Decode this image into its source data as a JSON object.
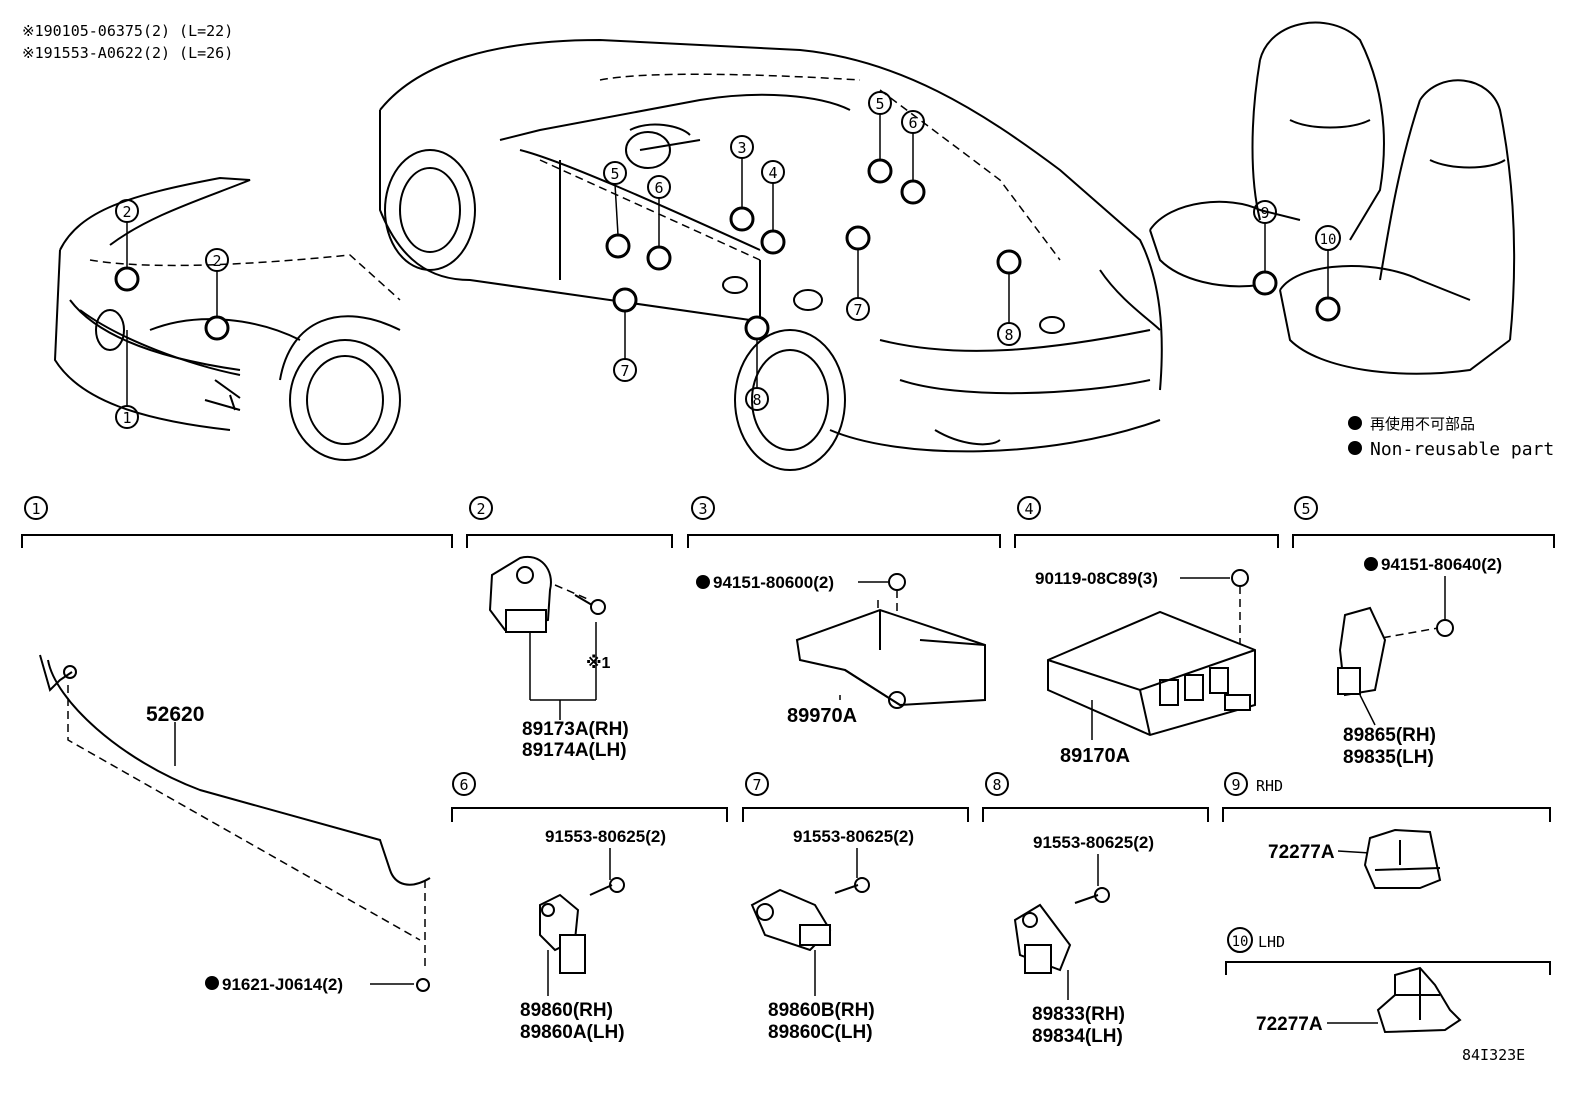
{
  "notes": {
    "line1": "※190105-06375(2) (L=22)",
    "line2": "※191553-A0622(2) (L=26)"
  },
  "legend": {
    "ja": "再使用不可部品",
    "en": "Non-reusable part"
  },
  "callouts": [
    "1",
    "2",
    "3",
    "4",
    "5",
    "6",
    "7",
    "8",
    "9",
    "10"
  ],
  "sections": [
    {
      "num": "1"
    },
    {
      "num": "2"
    },
    {
      "num": "3"
    },
    {
      "num": "4"
    },
    {
      "num": "5"
    },
    {
      "num": "6"
    },
    {
      "num": "7"
    },
    {
      "num": "8"
    },
    {
      "num": "9",
      "note": "RHD"
    },
    {
      "num": "10",
      "note": "LHD"
    }
  ],
  "parts": {
    "s1_main": "52620",
    "s1_bolt": "91621-J0614(2)",
    "s2_a": "89173A(RH)",
    "s2_b": "89174A(LH)",
    "s2_ref": "※1",
    "s3_bolt": "94151-80600(2)",
    "s3_main": "89970A",
    "s4_bolt": "90119-08C89(3)",
    "s4_main": "89170A",
    "s5_bolt": "94151-80640(2)",
    "s5_a": "89865(RH)",
    "s5_b": "89835(LH)",
    "s6_bolt": "91553-80625(2)",
    "s6_a": "89860(RH)",
    "s6_b": "89860A(LH)",
    "s7_bolt": "91553-80625(2)",
    "s7_a": "89860B(RH)",
    "s7_b": "89860C(LH)",
    "s8_bolt": "91553-80625(2)",
    "s8_a": "89833(RH)",
    "s8_b": "89834(LH)",
    "s9_main": "72277A",
    "s10_main": "72277A"
  },
  "figure_id": "84I323E"
}
